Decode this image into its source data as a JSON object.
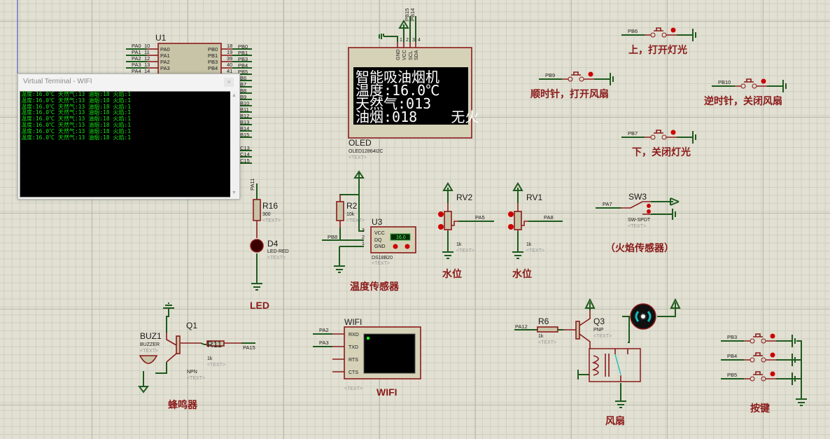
{
  "terminal": {
    "title": "Virtual Terminal - WIFI",
    "close": "×",
    "lines": [
      "温度:16.0℃ 天然气:13 油烟:18 火焰:1",
      "温度:16.0℃ 天然气:13 油烟:18 火焰:1",
      "温度:16.0℃ 天然气:13 油烟:18 火焰:1",
      "温度:16.0℃ 天然气:13 油烟:18 火焰:1",
      "温度:16.0℃ 天然气:13 油烟:18 火焰:1",
      "温度:16.0℃ 天然气:13 油烟:18 火焰:1",
      "温度:16.0℃ 天然气:13 油烟:18 火焰:1",
      "温度:16.0℃ 天然气:13 油烟:18 火焰:1"
    ],
    "scroll_up": "▲",
    "scroll_down": "▼"
  },
  "u1": {
    "ref": "U1",
    "left_nets": [
      "PA0",
      "PA1",
      "PA2",
      "PA3",
      "PA4"
    ],
    "left_pin_nums": [
      "10",
      "11",
      "12",
      "13",
      "14"
    ],
    "left_pins": [
      "PA0",
      "PA1",
      "PA2",
      "PA3"
    ],
    "right_pins": [
      "PB0",
      "PB1",
      "PB3",
      "PB4"
    ],
    "right_pin_nums": [
      "18",
      "19",
      "39",
      "40",
      "41"
    ],
    "right_nets": [
      "PB0",
      "PB1",
      "PB3",
      "PB4",
      "PB5",
      "B6",
      "B7",
      "B8",
      "B9",
      "B10",
      "B11",
      "B12",
      "B13",
      "B14",
      "B15",
      "C13",
      "C14",
      "C15"
    ]
  },
  "oled": {
    "pins": [
      "GND",
      "VCC",
      "SCL",
      "SDA"
    ],
    "pin_nums": [
      "1",
      "2",
      "3",
      "4"
    ],
    "nets": [
      "PB15",
      "PB14"
    ],
    "screen": [
      "智能吸油烟机",
      "温度:16.0℃",
      "天然气:013",
      "油烟:018    无火"
    ],
    "ref": "OLED",
    "model": "OLED12864I2C",
    "text": "<TEXT>"
  },
  "led": {
    "r_ref": "R16",
    "r_val": "300",
    "r_text": "<TEXT>",
    "net": "PA11",
    "ref": "D4",
    "model": "LED-RED",
    "text": "<TEXT>",
    "caption": "LED"
  },
  "temp": {
    "r_ref": "R2",
    "r_val": "10k",
    "r_text": "<TEXT>",
    "ref": "U3",
    "pins": [
      "VCC",
      "DQ",
      "GND"
    ],
    "pin_nums": [
      "3",
      "2",
      "1"
    ],
    "net": "PB8",
    "display": "16.0",
    "model": "DS18B20",
    "text": "<TEXT>",
    "caption": "温度传感器"
  },
  "rv2": {
    "ref": "RV2",
    "val": "1k",
    "text": "<TEXT>",
    "net": "PA5",
    "caption": "水位"
  },
  "rv1": {
    "ref": "RV1",
    "val": "1k",
    "text": "<TEXT>",
    "net": "PA8",
    "caption": "水位"
  },
  "buttons": [
    {
      "net": "PB6",
      "caption": "上，打开灯光"
    },
    {
      "net": "PB9",
      "caption": "顺时针，打开风扇"
    },
    {
      "net": "PB10",
      "caption": "逆时针，关闭风扇"
    },
    {
      "net": "PB7",
      "caption": "下，关闭灯光"
    }
  ],
  "sw3": {
    "ref": "SW3",
    "net": "PA7",
    "model": "SW-SPDT",
    "text": "<TEXT>",
    "caption": "（火焰传感器）"
  },
  "buzzer": {
    "ref": "BUZ1",
    "model": "BUZZER",
    "text": "<TEXT>",
    "q_ref": "Q1",
    "q_type": "NPN",
    "q_text": "<TEXT>",
    "r_ref": "R11",
    "r_val": "1k",
    "r_text": "<TEXT>",
    "net": "PA15",
    "caption": "蜂鸣器"
  },
  "wifi": {
    "ref": "WIFI",
    "pins": [
      "RXD",
      "TXD",
      "RTS",
      "CTS"
    ],
    "nets": [
      "PA2",
      "PA3"
    ],
    "text": "<TEXT>",
    "caption": "WIFI"
  },
  "fan": {
    "r_ref": "R6",
    "r_val": "1k",
    "r_text": "<TEXT>",
    "net": "PA12",
    "q_ref": "Q3",
    "q_type": "PNP",
    "q_text": "<TEXT>",
    "caption": "风扇"
  },
  "keys": {
    "nets": [
      "PB3",
      "PB4",
      "PB5"
    ],
    "caption": "按键"
  },
  "colors": {
    "wire": "#1e5a1e",
    "part": "#8b1a1a",
    "caption": "#8b1a1a",
    "terminal_text": "#19e019"
  }
}
